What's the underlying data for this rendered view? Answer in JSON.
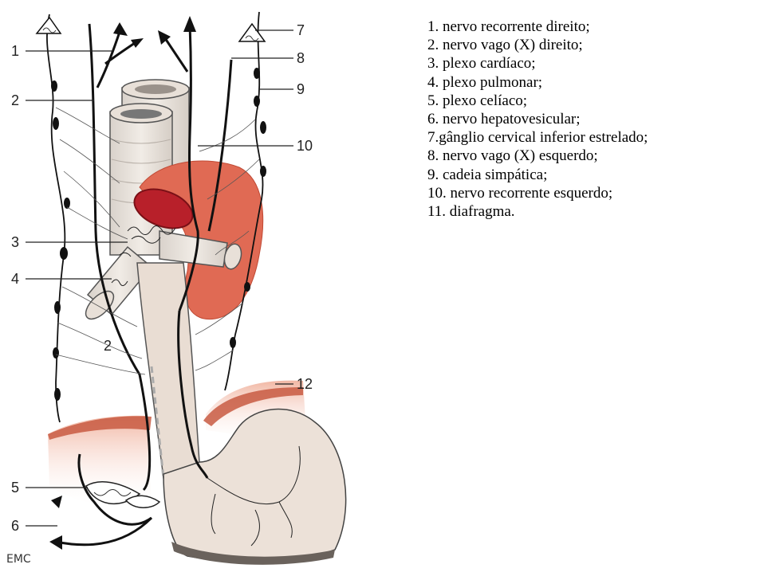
{
  "colors": {
    "heart": "#e06a54",
    "heart_interior": "#b8202a",
    "esophagus": "#e9ddd3",
    "stomach": "#ece1d8",
    "diaphragm": "#f3cbbd",
    "diaphragm_edge": "#c85a42",
    "nerve": "#111111",
    "ganglion": "#111111",
    "guide_line": "#222222"
  },
  "callouts": {
    "n1": "1",
    "n2": "2",
    "n2b": "2",
    "n3": "3",
    "n4": "4",
    "n5": "5",
    "n6": "6",
    "n7": "7",
    "n8": "8",
    "n9": "9",
    "n10": "10",
    "n12": "12"
  },
  "logo": "EMC",
  "legend": [
    "1. nervo recorrente direito;",
    "2. nervo vago (X) direito;",
    "3. plexo cardíaco;",
    "4. plexo pulmonar;",
    "5. plexo celíaco;",
    "6. nervo hepatovesicular;",
    "7.gânglio cervical inferior estrelado;",
    "8. nervo vago (X) esquerdo;",
    "9. cadeia simpática;",
    "10. nervo recorrente esquerdo;",
    "11. diafragma."
  ]
}
